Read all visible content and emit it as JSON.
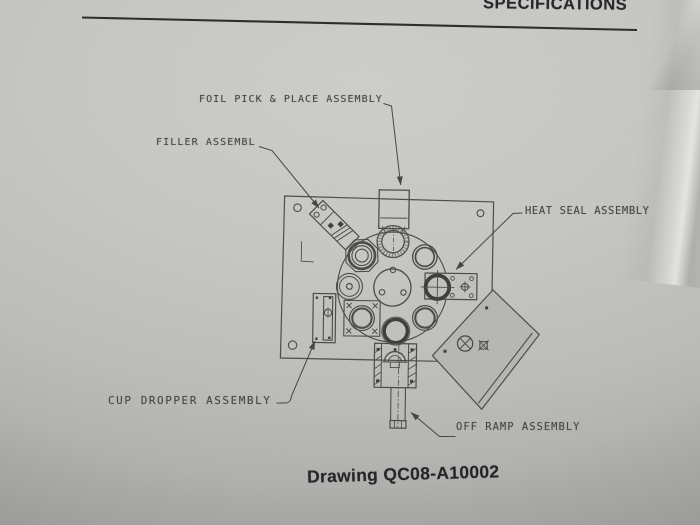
{
  "page_header": {
    "title": "SPECIFICATIONS"
  },
  "drawing": {
    "caption": "Drawing QC08-A10002",
    "callouts": {
      "foil": "FOIL PICK & PLACE ASSEMBLY",
      "filler": "FILLER ASSEMBL",
      "heat_seal": "HEAT SEAL ASSEMBLY",
      "cup_dropper": "CUP DROPPER ASSEMBLY",
      "off_ramp": "OFF RAMP ASSEMBLY"
    }
  },
  "colors": {
    "paper": "#c2c2be",
    "cad_ink": "#4b4b46",
    "print_ink": "#26262a"
  }
}
